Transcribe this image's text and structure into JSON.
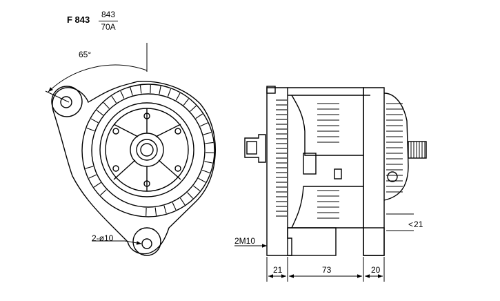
{
  "model": "F 843",
  "fraction": {
    "top": "843",
    "bottom": "70A"
  },
  "front_view": {
    "angle_label": "65°",
    "mount_hole_label": "2-ø10"
  },
  "side_view": {
    "thread_label": "2M10",
    "dim_front": "21",
    "dim_body": "73",
    "dim_rear": "20",
    "dim_height": "21"
  }
}
